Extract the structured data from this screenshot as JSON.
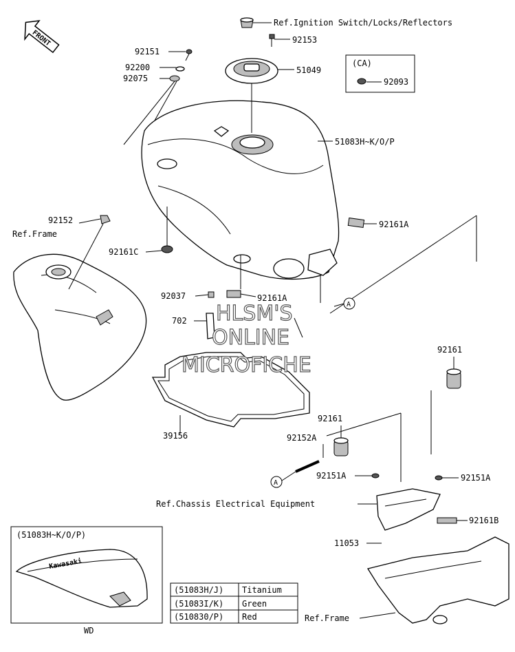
{
  "front_label": "FRONT",
  "callouts": {
    "p_ignition": "Ref.Ignition Switch/Locks/Reflectors",
    "p_92153": "92153",
    "p_51049": "51049",
    "p_92151_top": "92151",
    "p_92200": "92200",
    "p_92075": "92075",
    "p_ca": "(CA)",
    "p_92093": "92093",
    "p_51083hkop": "51083H~K/O/P",
    "p_ref_frame_left": "Ref.Frame",
    "p_92152": "92152",
    "p_92161a_right": "92161A",
    "p_92161c": "92161C",
    "p_92037": "92037",
    "p_92161a_mid": "92161A",
    "p_circle_a_mid": "A",
    "p_702": "702",
    "p_39156": "39156",
    "p_92161_right": "92161",
    "p_92161_mid": "92161",
    "p_92152a": "92152A",
    "p_circle_a_low": "A",
    "p_92151a_left": "92151A",
    "p_92151a_right": "92151A",
    "p_ref_chassis": "Ref.Chassis Electrical Equipment",
    "p_92161b": "92161B",
    "p_11053": "11053",
    "p_inset_title": "(51083H~K/O/P)",
    "p_wd": "WD",
    "p_ref_frame_bottom": "Ref.Frame"
  },
  "color_table": [
    {
      "code": "(51083H/J)",
      "color": "Titanium"
    },
    {
      "code": "(51083I/K)",
      "color": "Green"
    },
    {
      "code": "(510830/P)",
      "color": "Red"
    }
  ],
  "watermark": [
    "HLSM'S",
    "ONLINE",
    "MICROFICHE"
  ]
}
